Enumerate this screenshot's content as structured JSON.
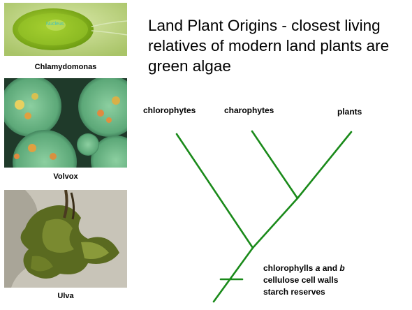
{
  "title": "Land Plant Origins - closest living relatives of modern land plants are green algae",
  "photos": [
    {
      "caption": "Chlamydomonas",
      "overlay": "Nucleus"
    },
    {
      "caption": "Volvox"
    },
    {
      "caption": "Ulva"
    }
  ],
  "clades": [
    "chlorophytes",
    "charophytes",
    "plants"
  ],
  "traits": {
    "line1_pre": "chlorophylls ",
    "a": "a",
    "and": " and ",
    "b": "b",
    "line2": "cellulose cell walls",
    "line3": "starch reserves"
  },
  "colors": {
    "branch": "#1a8a1a"
  }
}
